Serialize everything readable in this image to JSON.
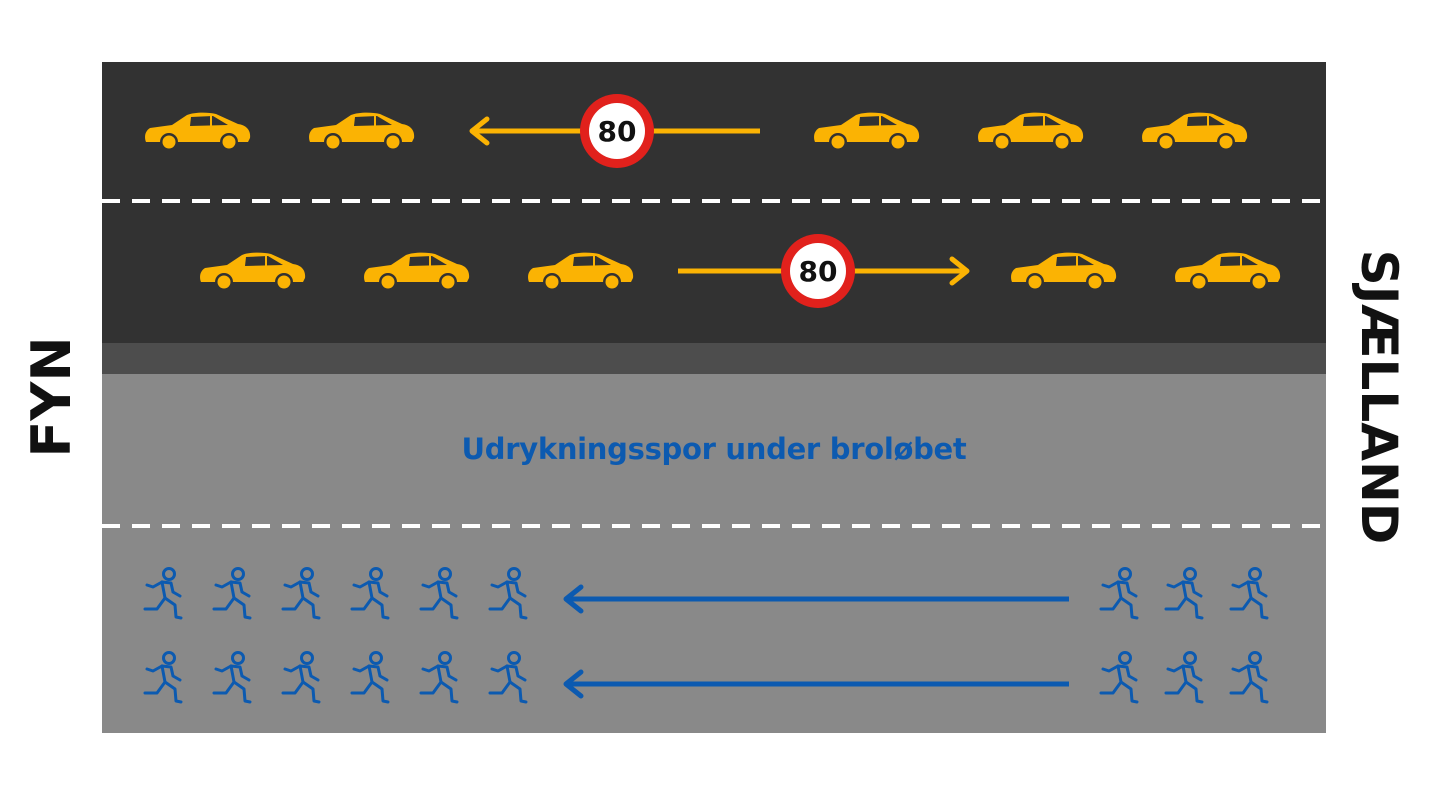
{
  "labels": {
    "left": "FYN",
    "right": "SJÆLLAND",
    "emergency_lane": "Udrykningsspor under broløbet"
  },
  "speed_signs": {
    "upper_lane": "80",
    "lower_lane": "80"
  },
  "lanes": {
    "upper": {
      "direction": "left",
      "cars": 5
    },
    "lower": {
      "direction": "right",
      "cars": 5
    },
    "walkway": [
      {
        "direction": "left",
        "people": 9
      },
      {
        "direction": "left",
        "people": 9
      }
    ]
  },
  "colors": {
    "road": "#323232",
    "shoulder": "#4d4d4d",
    "walkway": "#898989",
    "car": "#fbb303",
    "car_arrow": "#fbb303",
    "sign_ring": "#e1211c",
    "people": "#0c5ab0",
    "walk_arrow": "#0c5ab0",
    "lane_marking": "#ffffff",
    "side_label": "#111111"
  },
  "icons": {
    "vehicle": "car-icon",
    "pedestrian": "walking-person-icon",
    "sign": "speed-limit-sign"
  }
}
